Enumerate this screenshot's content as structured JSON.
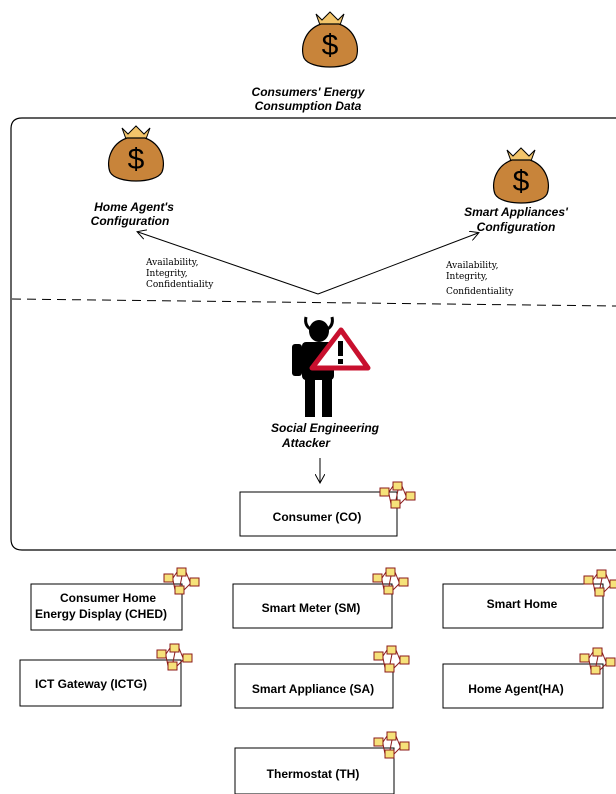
{
  "top_asset": {
    "label_line1": "Consumers' Energy",
    "label_line2": "Consumption Data",
    "icon": "money-bag-icon"
  },
  "left_asset": {
    "label_line1": "Home Agent's",
    "label_line2": "Configuration",
    "icon": "money-bag-icon"
  },
  "right_asset": {
    "label_line1": "Smart Appliances'",
    "label_line2": "Configuration",
    "icon": "money-bag-icon"
  },
  "left_threats": [
    "Availability,",
    "Integrity,",
    "Confidentiality"
  ],
  "right_threats": [
    "Availability,",
    "Integrity,",
    "Confidentiality"
  ],
  "attacker": {
    "label_line1": "Social Engineering",
    "label_line2": "Attacker",
    "icon": "attacker-warning-icon"
  },
  "consumer_box": {
    "label": "Consumer (CO)"
  },
  "components": {
    "ched": {
      "line1": "Consumer Home",
      "line2": "Energy Display (CHED)"
    },
    "sm": {
      "label": "Smart Meter (SM)"
    },
    "sh": {
      "label": "Smart Home"
    },
    "ictg": {
      "label": "ICT Gateway (ICTG)"
    },
    "sa": {
      "label": "Smart Appliance (SA)"
    },
    "ha": {
      "label": "Home Agent(HA)"
    },
    "th": {
      "label": "Thermostat (TH)"
    }
  },
  "colors": {
    "bag": "#c8843a",
    "bag_tie": "#f2c46a",
    "warning": "#c8102e",
    "node": "#f6e27a"
  }
}
